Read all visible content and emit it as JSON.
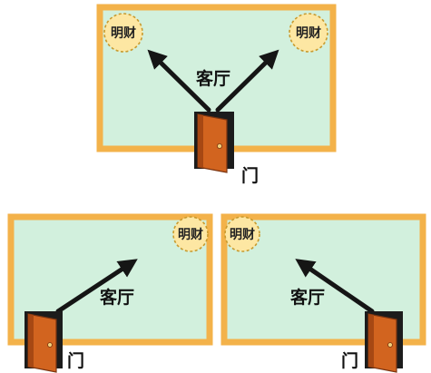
{
  "diagrams": [
    {
      "hall_label": "客厅",
      "badges": [
        "明财",
        "明财"
      ],
      "door_label": "门"
    },
    {
      "hall_label": "客厅",
      "badges": [
        "明财"
      ],
      "door_label": "门"
    },
    {
      "hall_label": "客厅",
      "badges": [
        "明财"
      ],
      "door_label": "门"
    }
  ],
  "colors": {
    "room_fill": "#d2f0dd",
    "wall": "#f3b24a",
    "badge_fill": "#fde7a3",
    "door": "#d2641f",
    "arrow": "#151515"
  },
  "icons": [
    "door-icon",
    "arrow-icon"
  ]
}
